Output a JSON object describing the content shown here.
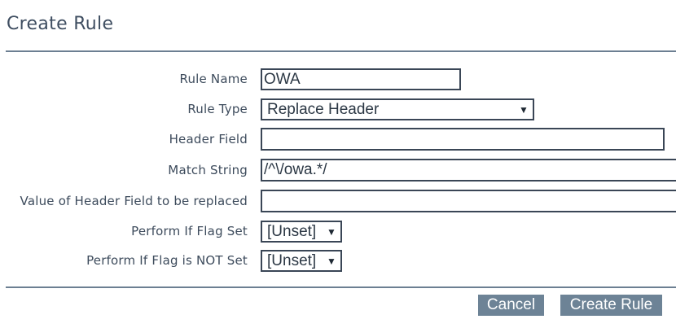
{
  "dialog": {
    "title": "Create Rule"
  },
  "form": {
    "rule_name": {
      "label": "Rule Name",
      "value": "OWA"
    },
    "rule_type": {
      "label": "Rule Type",
      "value": "Replace Header"
    },
    "header_field": {
      "label": "Header Field",
      "value": ""
    },
    "match_string": {
      "label": "Match String",
      "value": "/^\\/owa.*/"
    },
    "replacement_value": {
      "label": "Value of Header Field to be replaced",
      "value": ""
    },
    "perform_if_flag_set": {
      "label": "Perform If Flag Set",
      "value": "[Unset]"
    },
    "perform_if_flag_not_set": {
      "label": "Perform If Flag is NOT Set",
      "value": "[Unset]"
    }
  },
  "icons": {
    "dropdown": "dropdown-arrow-icon"
  },
  "buttons": {
    "cancel": "Cancel",
    "create": "Create Rule"
  },
  "colors": {
    "button_bg": "#6d8396",
    "divider": "#6c7f92",
    "text": "#3d4b5c"
  }
}
